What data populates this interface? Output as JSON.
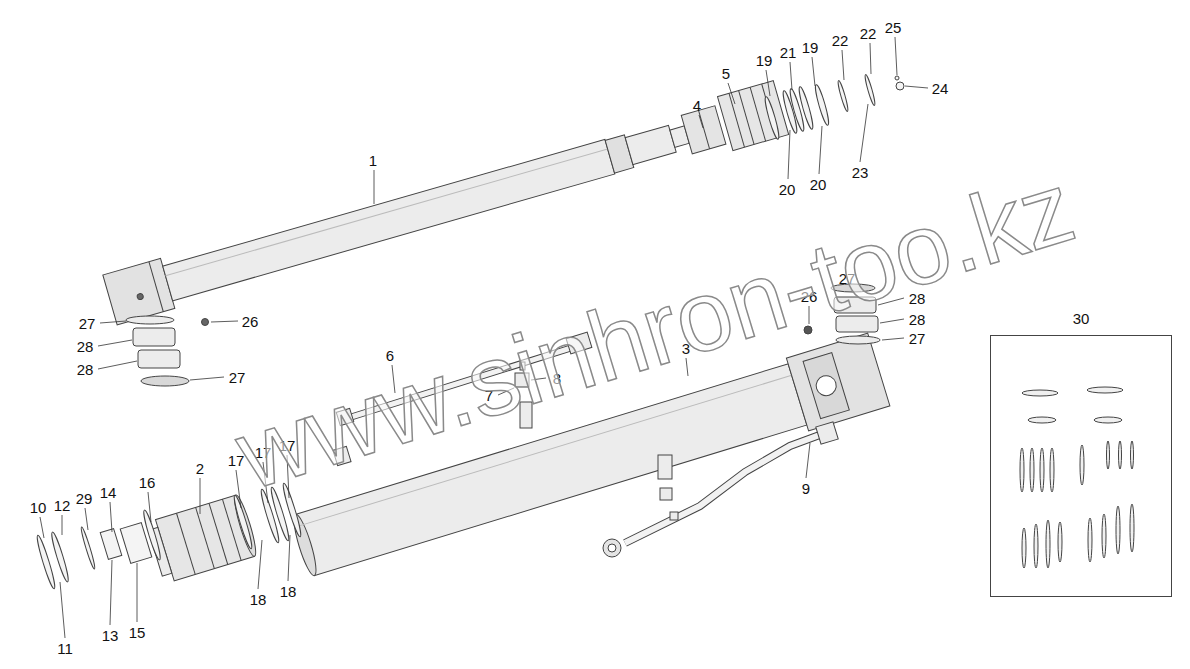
{
  "diagram": {
    "nodes": [
      {
        "text": [
          "30"
        ]
      }
    ],
    "edges": [],
    "labels": [
      "1",
      "4",
      "5",
      "19",
      "21",
      "19",
      "22",
      "22",
      "25",
      "24",
      "20",
      "20",
      "23",
      "27",
      "26",
      "28",
      "28",
      "27",
      "6",
      "8",
      "7",
      "3",
      "26",
      "27",
      "28",
      "28",
      "27",
      "9",
      "2",
      "17",
      "17",
      "17",
      "16",
      "14",
      "29",
      "12",
      "10",
      "18",
      "18",
      "13",
      "15",
      "11",
      "www.sinhron-too.kz"
    ]
  }
}
